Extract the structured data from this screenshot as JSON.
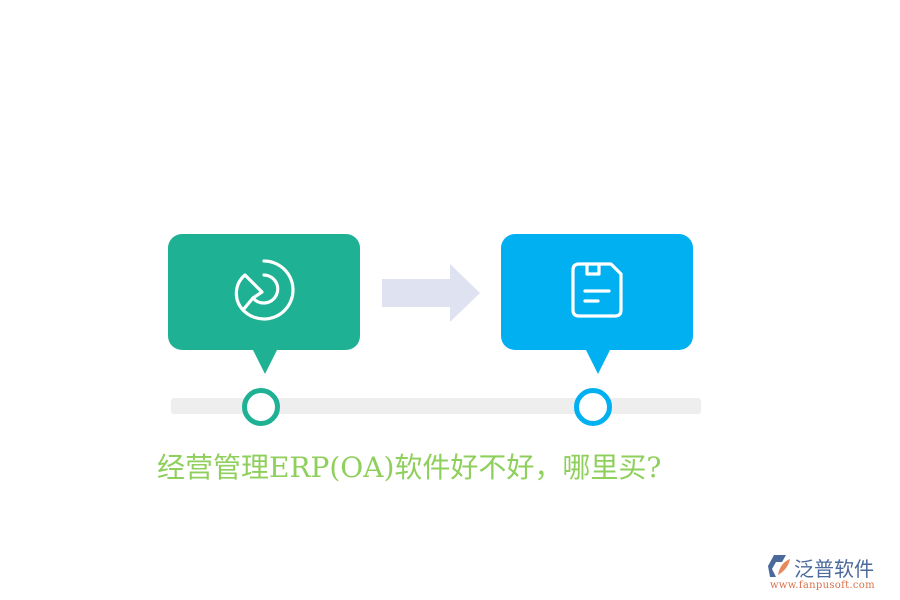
{
  "diagram": {
    "steps": [
      {
        "icon": "pie-chart-icon",
        "color": "#1eb194"
      },
      {
        "icon": "save-document-icon",
        "color": "#00b0f0"
      }
    ],
    "connector": {
      "icon": "arrow-right-icon",
      "color": "#dfe2f1"
    },
    "timeline": {
      "track_color": "#eeeeee",
      "nodes": 2
    }
  },
  "caption": "经营管理ERP(OA)软件好不好，哪里买?",
  "logo": {
    "name": "泛普软件",
    "url": "www.fanpusoft.com"
  }
}
